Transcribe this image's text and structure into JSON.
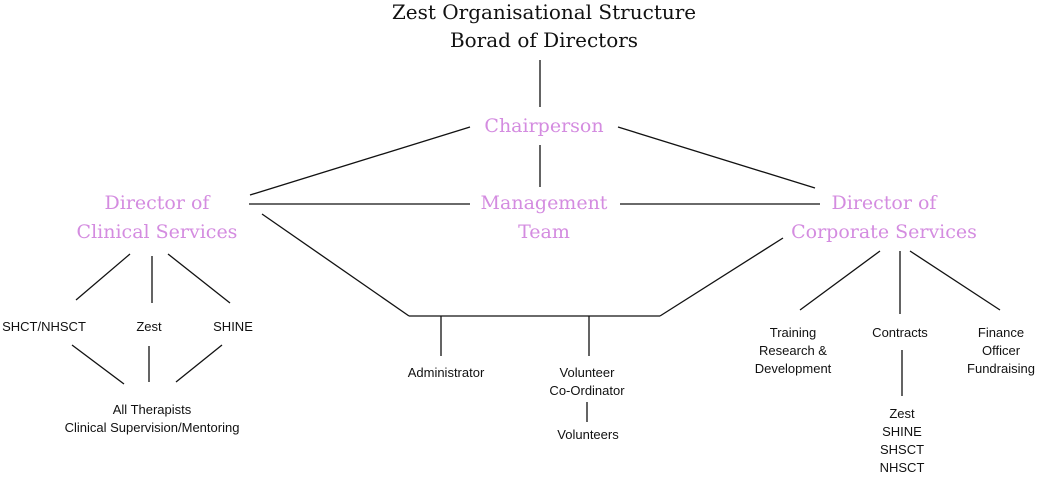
{
  "header": {
    "title": "Zest Organisational Structure",
    "subtitle": "Borad of Directors"
  },
  "colors": {
    "role": "#d48ce0",
    "line": "#111111",
    "text": "#111111"
  },
  "nodes": {
    "chairperson": "Chairperson",
    "management": [
      "Management",
      "Team"
    ],
    "clinical_director": [
      "Director of",
      "Clinical Services"
    ],
    "corporate_director": [
      "Director of",
      "Corporate Services"
    ],
    "shct_nhsct": "SHCT/NHSCT",
    "zest": "Zest",
    "shine": "SHINE",
    "all_therapists": [
      "All Therapists",
      "Clinical Supervision/Mentoring"
    ],
    "administrator": "Administrator",
    "volunteer_coordinator": [
      "Volunteer",
      "Co-Ordinator"
    ],
    "volunteers": "Volunteers",
    "training": [
      "Training",
      "Research &",
      "Development"
    ],
    "contracts": "Contracts",
    "finance": [
      "Finance",
      "Officer",
      "Fundraising"
    ],
    "contract_partners": [
      "Zest",
      "SHINE",
      "SHSCT",
      "NHSCT"
    ]
  }
}
